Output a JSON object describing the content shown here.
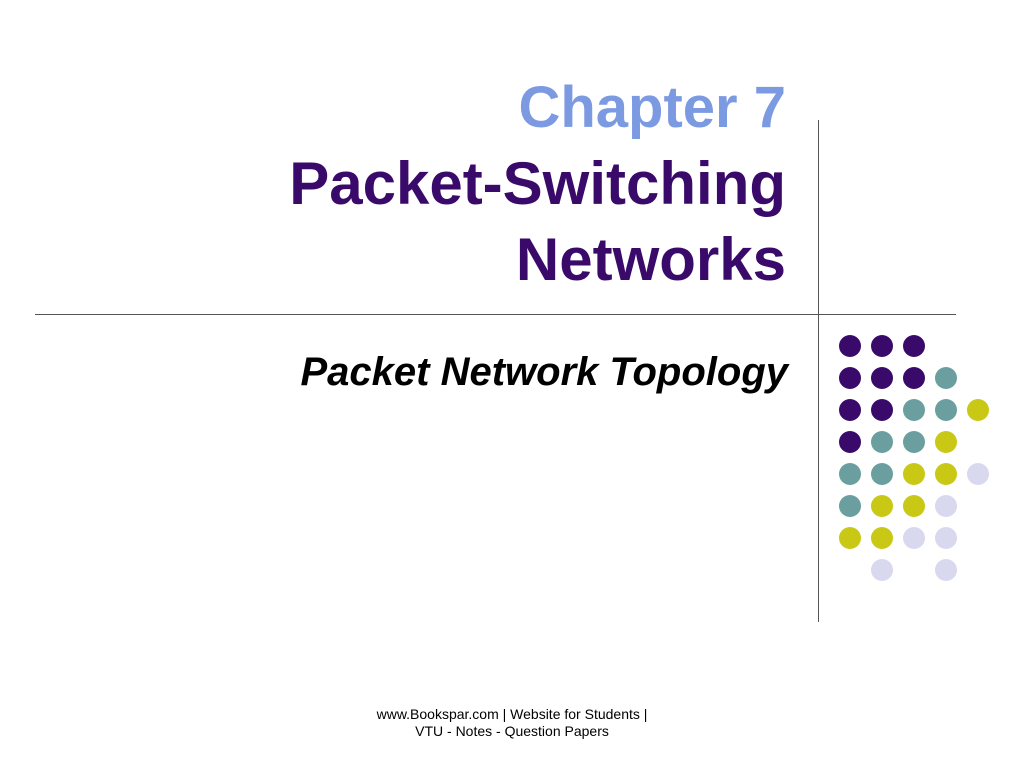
{
  "slide": {
    "title_line1": "Chapter 7",
    "title_line2": "Packet-Switching",
    "title_line3": "Networks",
    "subtitle": "Packet Network Topology"
  },
  "footer": {
    "line1": "www.Bookspar.com | Website for Students |",
    "line2": "VTU - Notes - Question Papers"
  },
  "colors": {
    "title_accent": "#7b9ae2",
    "title_main": "#3a0a6b",
    "dot_purple": "#3a0a6b",
    "dot_teal": "#6b9e9e",
    "dot_yellow": "#c8c815",
    "dot_lavender": "#d8d8ee"
  },
  "decoration": {
    "dot_grid": [
      [
        "purple",
        "purple",
        "purple",
        "",
        ""
      ],
      [
        "purple",
        "purple",
        "purple",
        "teal",
        ""
      ],
      [
        "purple",
        "purple",
        "teal",
        "teal",
        "yellow"
      ],
      [
        "purple",
        "teal",
        "teal",
        "yellow",
        ""
      ],
      [
        "teal",
        "teal",
        "yellow",
        "yellow",
        "lavender"
      ],
      [
        "teal",
        "yellow",
        "yellow",
        "lavender",
        ""
      ],
      [
        "yellow",
        "yellow",
        "lavender",
        "lavender",
        ""
      ],
      [
        "",
        "lavender",
        "",
        "lavender",
        ""
      ]
    ]
  }
}
